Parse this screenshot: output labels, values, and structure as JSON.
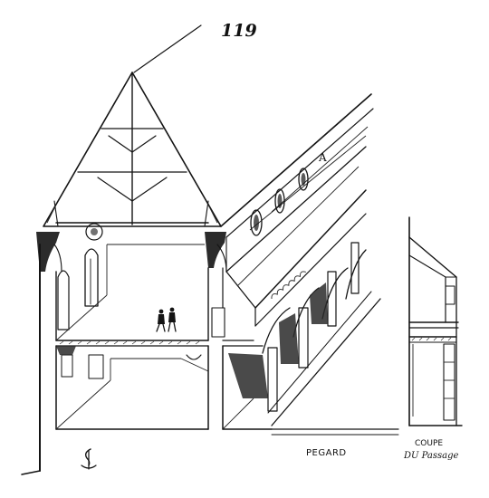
{
  "page_number": "119",
  "label_a": "A",
  "signature": "PEGARD",
  "inset_caption_line1": "COUPE",
  "inset_caption_line2": "DU Passage"
}
